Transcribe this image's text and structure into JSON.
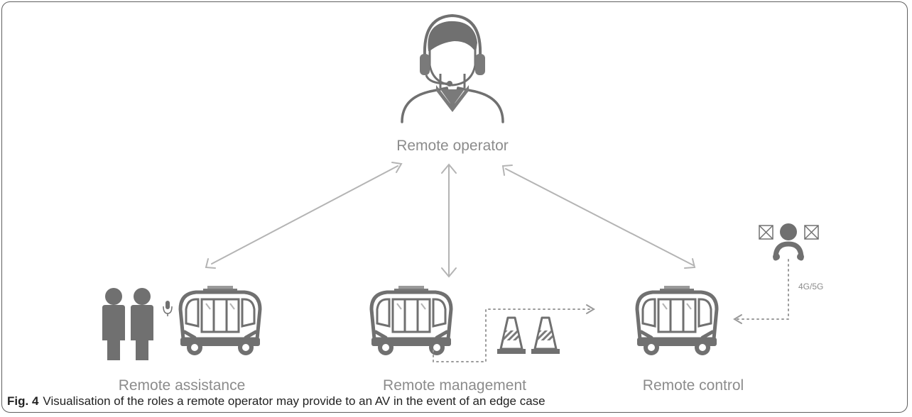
{
  "diagram": {
    "operator_label": "Remote operator",
    "roles": [
      {
        "label": "Remote assistance"
      },
      {
        "label": "Remote management"
      },
      {
        "label": "Remote control"
      }
    ],
    "network_label": "4G/5G",
    "colors": {
      "icon": "#707070",
      "icon_light": "#9a9a9a",
      "line": "#b4b4b4",
      "text": "#8c8c8c",
      "frame": "#5f5f5f"
    }
  },
  "caption": {
    "fig_label": "Fig. 4",
    "text": "Visualisation of the roles a remote operator may provide to an AV in the event of an edge case"
  }
}
